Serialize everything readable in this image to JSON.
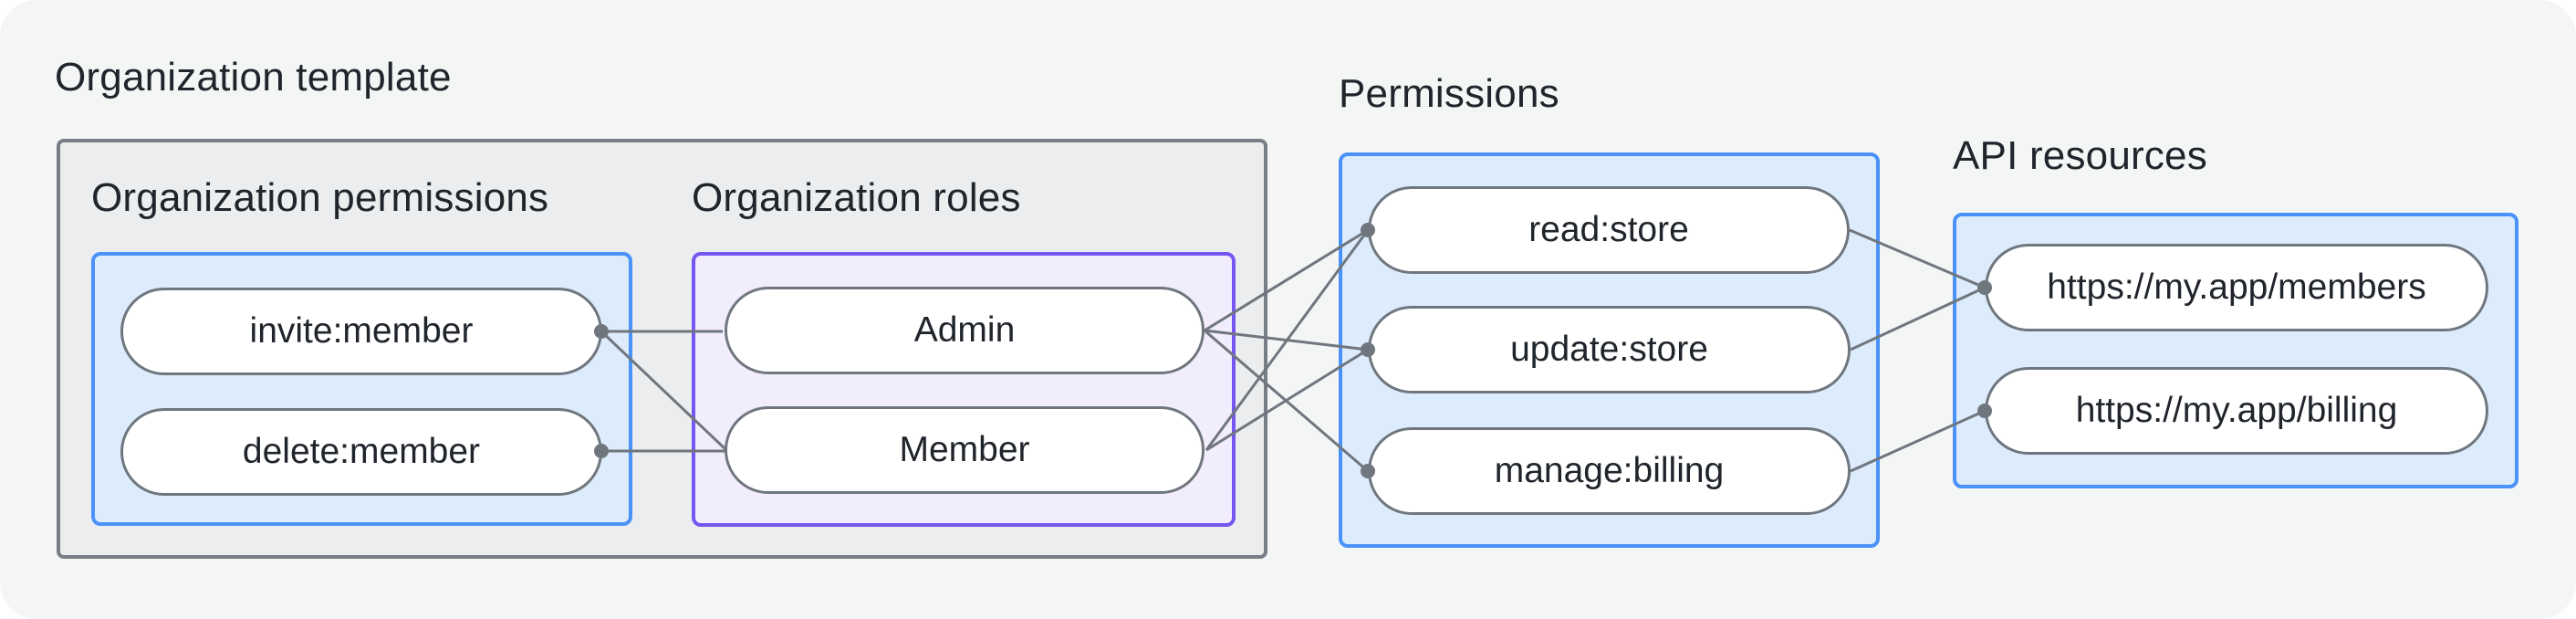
{
  "canvas": {
    "background": "#f4f6f6"
  },
  "labels": {
    "org_template": "Organization template",
    "org_permissions": "Organization permissions",
    "org_roles": "Organization roles",
    "permissions": "Permissions",
    "api_resources": "API resources"
  },
  "nodes": {
    "invite_member": {
      "label": "invite:member",
      "group": "Organization permissions"
    },
    "delete_member": {
      "label": "delete:member",
      "group": "Organization permissions"
    },
    "admin": {
      "label": "Admin",
      "group": "Organization roles"
    },
    "member": {
      "label": "Member",
      "group": "Organization roles"
    },
    "read_store": {
      "label": "read:store",
      "group": "Permissions"
    },
    "update_store": {
      "label": "update:store",
      "group": "Permissions"
    },
    "manage_billing": {
      "label": "manage:billing",
      "group": "Permissions"
    },
    "api_members": {
      "label": "https://my.app/members",
      "group": "API resources"
    },
    "api_billing": {
      "label": "https://my.app/billing",
      "group": "API resources"
    }
  },
  "edges": [
    {
      "from": "invite:member",
      "to": "Admin"
    },
    {
      "from": "invite:member",
      "to": "Member"
    },
    {
      "from": "delete:member",
      "to": "Member"
    },
    {
      "from": "Admin",
      "to": "read:store"
    },
    {
      "from": "Admin",
      "to": "update:store"
    },
    {
      "from": "Admin",
      "to": "manage:billing"
    },
    {
      "from": "Member",
      "to": "read:store"
    },
    {
      "from": "Member",
      "to": "update:store"
    },
    {
      "from": "read:store",
      "to": "https://my.app/members"
    },
    {
      "from": "update:store",
      "to": "https://my.app/members"
    },
    {
      "from": "manage:billing",
      "to": "https://my.app/billing"
    }
  ],
  "colors": {
    "background": "#f4f6f6",
    "container_fill": "#ebedee",
    "container_border": "#777e86",
    "blue_border": "#4b92f8",
    "blue_fill": "#ddecfc",
    "purple_border": "#7656f0",
    "purple_fill": "#f2edfc",
    "node_border": "#6f767e",
    "node_fill": "#ffffff",
    "edge": "#6f767e",
    "text": "#20252b"
  }
}
